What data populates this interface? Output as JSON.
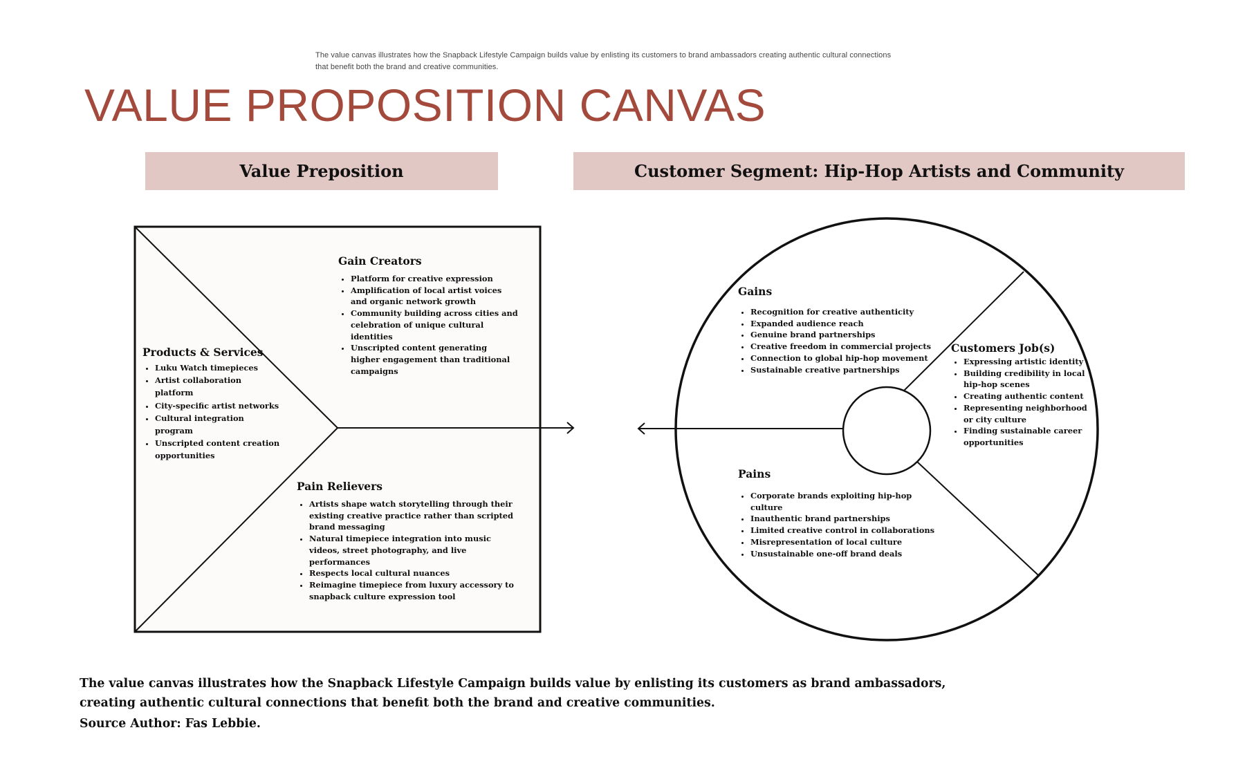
{
  "intro": {
    "line1": "The value canvas illustrates how the Snapback Lifestyle Campaign  builds value by enlisting its customers to  brand ambassadors creating  authentic cultural connections",
    "line2": "that benefit both the brand and creative communities."
  },
  "title": "VALUE PROPOSITION CANVAS",
  "headers": {
    "value_proposition": "Value Preposition",
    "customer_segment": "Customer Segment: Hip-Hop Artists and Community"
  },
  "value_map": {
    "gain_creators": {
      "title": "Gain Creators",
      "items": [
        "Platform for creative expression",
        "Amplification of local artist voices and organic network growth",
        "Community building across cities and celebration of unique cultural identities",
        "Unscripted content generating higher engagement than traditional campaigns"
      ]
    },
    "products_services": {
      "title": "Products & Services",
      "items": [
        "Luku Watch timepieces",
        "Artist collaboration platform",
        "City-specific artist networks",
        "Cultural integration program",
        "Unscripted content creation opportunities"
      ]
    },
    "pain_relievers": {
      "title": "Pain Relievers",
      "items": [
        "Artists shape watch storytelling through their existing creative practice rather than scripted brand messaging",
        "Natural timepiece integration into music videos, street photography, and live performances",
        "Respects local cultural nuances",
        "Reimagine timepiece from luxury accessory to snapback culture expression tool"
      ]
    }
  },
  "customer_profile": {
    "gains": {
      "title": "Gains",
      "items": [
        "Recognition for creative authenticity",
        "Expanded audience reach",
        "Genuine brand partnerships",
        "Creative freedom in commercial projects",
        "Connection to global hip-hop movement",
        "Sustainable creative partnerships"
      ]
    },
    "jobs": {
      "title": "Customers Job(s)",
      "items": [
        "Expressing artistic identity",
        "Building credibility in local hip-hop scenes",
        "Creating authentic content",
        "Representing neighborhood or city culture",
        "Finding sustainable career opportunities"
      ]
    },
    "pains": {
      "title": "Pains",
      "items": [
        "Corporate brands exploiting hip-hop culture",
        "Inauthentic brand partnerships",
        "Limited creative control in collaborations",
        "Misrepresentation of local culture",
        "Unsustainable one-off brand deals"
      ]
    }
  },
  "footer": {
    "line1": "The value canvas illustrates how the Snapback Lifestyle Campaign builds value by enlisting its customers as brand ambassadors,",
    "line2": "creating authentic cultural connections that benefit both the brand and creative communities.",
    "source": "Source Author: Fas Lebbie."
  },
  "colors": {
    "title": "#a34a3c",
    "header_band": "#e2c8c4",
    "square_fill": "#fdfafa",
    "stroke": "#111111"
  }
}
